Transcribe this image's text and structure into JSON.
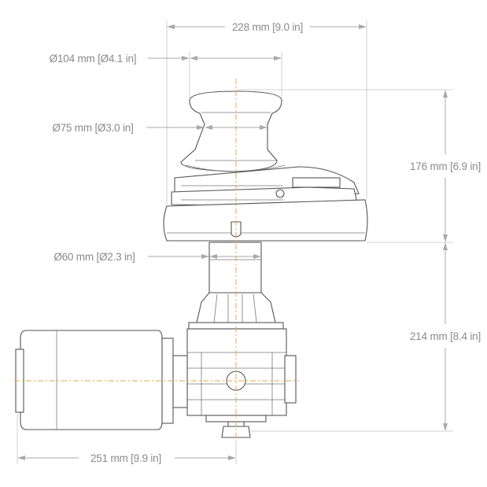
{
  "dimensions": {
    "overall_width": "228 mm [9.0 in]",
    "gypsy_outer_diameter": "Ø104 mm [Ø4.1 in]",
    "gypsy_drum_diameter": "Ø75 mm [Ø3.0 in]",
    "shaft_diameter": "Ø60 mm [Ø2.3 in]",
    "above_deck_height": "176 mm [6.9 in]",
    "below_deck_height": "214 mm [8.4 in]",
    "motor_length": "251 mm [9.9 in]"
  },
  "colors": {
    "dimension": "#a9a9a9",
    "outline": "#555555",
    "centerline": "#e8a64a"
  }
}
